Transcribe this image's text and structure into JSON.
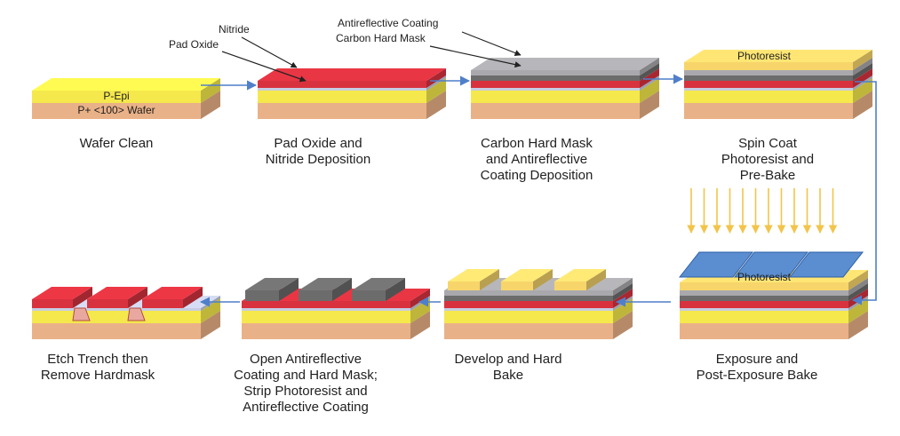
{
  "colors": {
    "substrate": "#e9b187",
    "p_epi": "#f4e84c",
    "pad_oxide": "#c6cde2",
    "nitride": "#d8323f",
    "carbon_hard_mask": "#6c6c6c",
    "antireflective": "#a9a9ad",
    "photoresist": "#f7d56b",
    "mask_plate": "#5a8ed0",
    "exposure_light": "#f2c44a",
    "arrow": "#4f7fc9"
  },
  "steps": [
    {
      "caption": [
        "Wafer Clean"
      ],
      "inner_labels": [
        "P-Epi",
        "P+ <100> Wafer"
      ]
    },
    {
      "caption": [
        "Pad Oxide and",
        "Nitride Deposition"
      ],
      "callouts": [
        "Nitride",
        "Pad Oxide"
      ]
    },
    {
      "caption": [
        "Carbon Hard Mask",
        "and Antireflective",
        "Coating Deposition"
      ],
      "callouts": [
        "Antireflective Coating",
        "Carbon Hard Mask"
      ]
    },
    {
      "caption": [
        "Spin Coat",
        "Photoresist and",
        "Pre-Bake"
      ],
      "inner_labels": [
        "Photoresist"
      ]
    },
    {
      "caption": [
        "Exposure and",
        "Post-Exposure Bake"
      ],
      "inner_labels": [
        "Photoresist"
      ]
    },
    {
      "caption": [
        "Develop and Hard",
        "Bake"
      ]
    },
    {
      "caption": [
        "Open Antireflective",
        "Coating and Hard Mask;",
        "Strip Photoresist and",
        "Antireflective Coating"
      ]
    },
    {
      "caption": [
        "Etch Trench then",
        "Remove Hardmask"
      ]
    }
  ]
}
